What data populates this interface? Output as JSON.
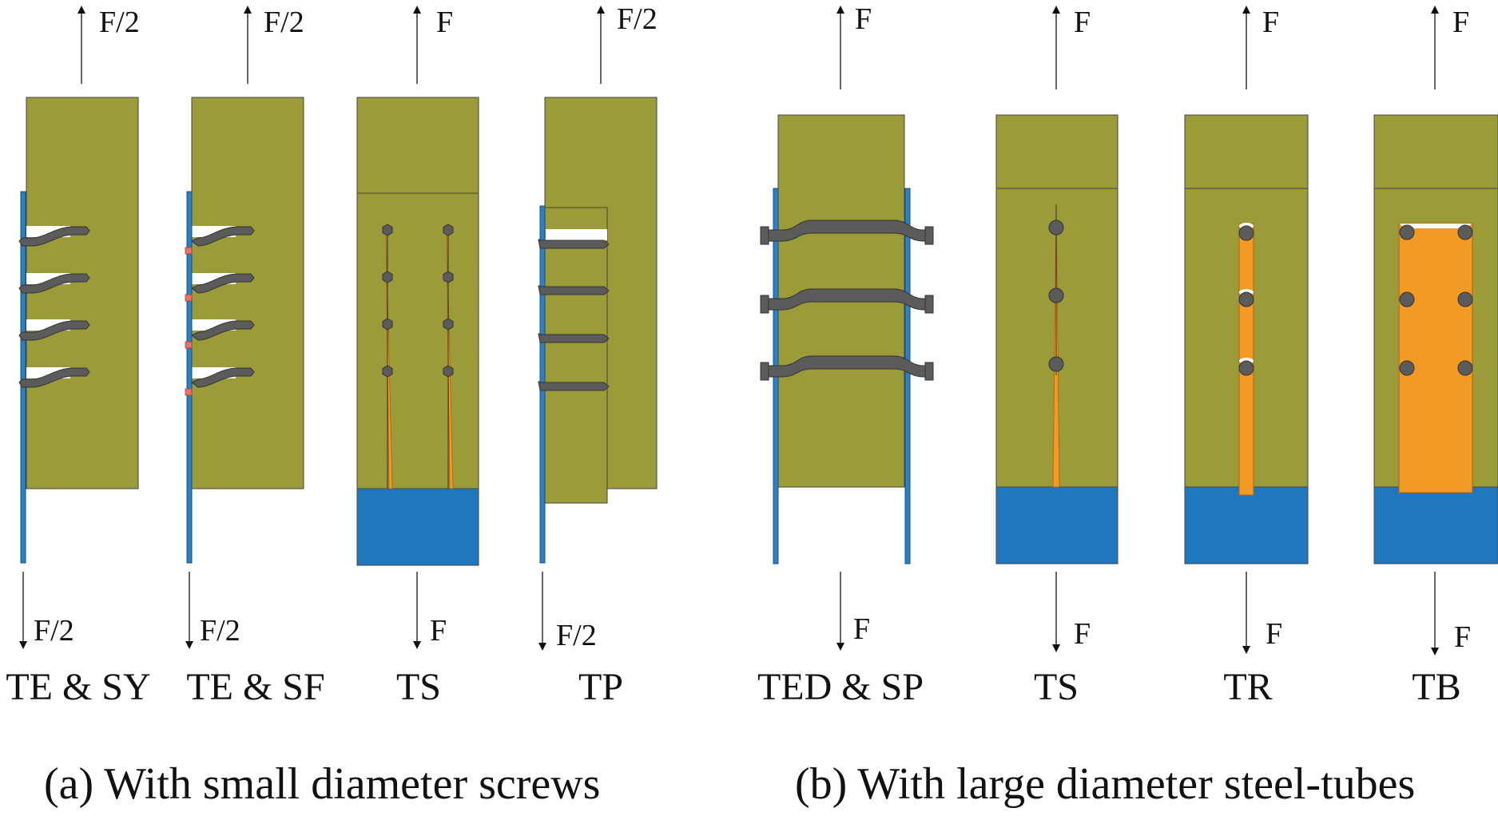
{
  "colors": {
    "timber": "#9b9b3a",
    "steel_plate": "#2f7fc4",
    "base_block": "#1f78be",
    "fastener": "#5b5b5b",
    "tube": "#f39a24",
    "paint_mark": "#e8736b",
    "outline": "#3a3a3a"
  },
  "panels": [
    {
      "id": "a",
      "caption": "(a) With small diameter screws",
      "specimens": [
        {
          "label": "TE & SY",
          "force_top": "F/2",
          "force_bottom": "F/2"
        },
        {
          "label": "TE & SF",
          "force_top": "F/2",
          "force_bottom": "F/2"
        },
        {
          "label": "TS",
          "force_top": "F",
          "force_bottom": "F"
        },
        {
          "label": "TP",
          "force_top": "F/2",
          "force_bottom": "F/2"
        }
      ]
    },
    {
      "id": "b",
      "caption": "(b) With large diameter steel-tubes",
      "specimens": [
        {
          "label": "TED & SP",
          "force_top": "F",
          "force_bottom": "F"
        },
        {
          "label": "TS",
          "force_top": "F",
          "force_bottom": "F"
        },
        {
          "label": "TR",
          "force_top": "F",
          "force_bottom": "F"
        },
        {
          "label": "TB",
          "force_top": "F",
          "force_bottom": "F"
        }
      ]
    }
  ],
  "icons": [
    "arrow-up-icon",
    "arrow-down-icon",
    "screw-icon",
    "bolt-icon",
    "tube-icon"
  ]
}
